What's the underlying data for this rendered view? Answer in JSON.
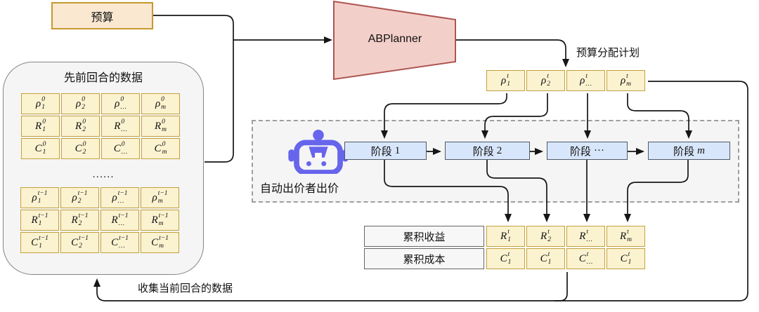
{
  "diagram": {
    "budget_label": "预算",
    "planner_label": "ABPlanner",
    "plan_label": "预算分配计划",
    "plan_cells": [
      [
        "ρ",
        "t",
        "1"
      ],
      [
        "ρ",
        "t",
        "2"
      ],
      [
        "ρ",
        "t",
        "…"
      ],
      [
        "ρ",
        "t",
        "m"
      ]
    ],
    "prev_data": {
      "title": "先前回合的数据",
      "ellipsis": "......",
      "round0": [
        [
          [
            "ρ",
            "0",
            "1"
          ],
          [
            "ρ",
            "0",
            "2"
          ],
          [
            "ρ",
            "0",
            "…"
          ],
          [
            "ρ",
            "0",
            "m"
          ]
        ],
        [
          [
            "R",
            "0",
            "1"
          ],
          [
            "R",
            "0",
            "2"
          ],
          [
            "R",
            "0",
            "…"
          ],
          [
            "R",
            "0",
            "m"
          ]
        ],
        [
          [
            "C",
            "0",
            "1"
          ],
          [
            "C",
            "0",
            "2"
          ],
          [
            "C",
            "0",
            "…"
          ],
          [
            "C",
            "0",
            "m"
          ]
        ]
      ],
      "round_t1": [
        [
          [
            "ρ",
            "t−1",
            "1"
          ],
          [
            "ρ",
            "t−1",
            "2"
          ],
          [
            "ρ",
            "t−1",
            "…"
          ],
          [
            "ρ",
            "t−1",
            "m"
          ]
        ],
        [
          [
            "R",
            "t−1",
            "1"
          ],
          [
            "R",
            "t−1",
            "2"
          ],
          [
            "R",
            "t−1",
            "…"
          ],
          [
            "R",
            "t−1",
            "m"
          ]
        ],
        [
          [
            "C",
            "t−1",
            "1"
          ],
          [
            "C",
            "t−1",
            "2"
          ],
          [
            "C",
            "t−1",
            "…"
          ],
          [
            "C",
            "t−1",
            "m"
          ]
        ]
      ]
    },
    "bidding": {
      "label": "自动出价者出价",
      "robot_icon": "robot-icon",
      "stages": [
        {
          "prefix": "阶段",
          "suffix": "1"
        },
        {
          "prefix": "阶段",
          "suffix": "2"
        },
        {
          "prefix": "阶段",
          "suffix": "···"
        },
        {
          "prefix": "阶段",
          "suffix": "m"
        }
      ]
    },
    "results": {
      "revenue_label": "累积收益",
      "cost_label": "累积成本",
      "revenue_cells": [
        [
          "R",
          "t",
          "1"
        ],
        [
          "R",
          "t",
          "2"
        ],
        [
          "R",
          "t",
          "…"
        ],
        [
          "R",
          "t",
          "m"
        ]
      ],
      "cost_cells": [
        [
          "C",
          "t",
          "1"
        ],
        [
          "C",
          "t",
          "1"
        ],
        [
          "C",
          "t",
          "…"
        ],
        [
          "C",
          "t",
          "1"
        ]
      ]
    },
    "collect_label": "收集当前回合的数据"
  },
  "colors": {
    "cell_fill": "#FBF2D0",
    "cell_border": "#C2A13C",
    "budget_fill": "#FAE8D1",
    "budget_border": "#C5992F",
    "planner_fill": "#F3CFCA",
    "planner_border": "#AE5550",
    "stage_fill": "#D8E6FB",
    "stage_border": "#4F5A66",
    "panel_fill": "#F5F5F5",
    "panel_border": "#858585",
    "dashed_border": "#9E9E9E",
    "label_cell_fill": "#F7F7F7",
    "robot_purple": "#6765EC",
    "line": "#161616"
  }
}
